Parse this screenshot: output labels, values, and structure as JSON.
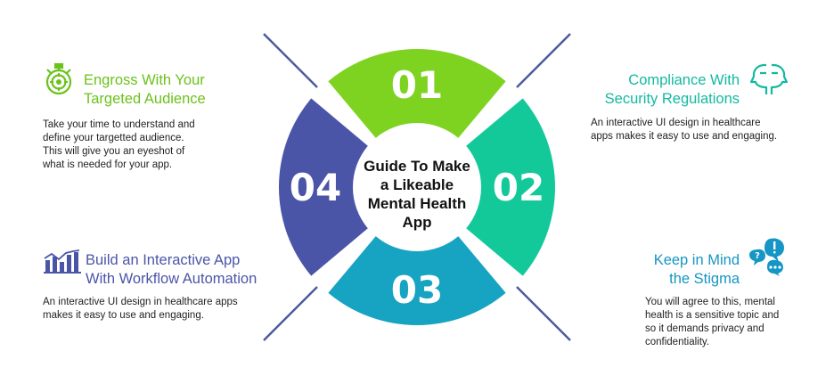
{
  "center_title": [
    "Guide To Make",
    "a Likeable",
    "Mental Health",
    "App"
  ],
  "segments": [
    {
      "number": "01",
      "color": "#7ed321"
    },
    {
      "number": "02",
      "color": "#13c99a"
    },
    {
      "number": "03",
      "color": "#17a3c2"
    },
    {
      "number": "04",
      "color": "#4b55a8"
    }
  ],
  "steps": [
    {
      "title": [
        "Engross With Your",
        "Targeted Audience"
      ],
      "description": [
        "Take your time to understand and",
        "define your targetted audience.",
        "This will give you an eyeshot of",
        "what is needed for your app."
      ],
      "color": "#6cc21c",
      "icon": "stopwatch-icon"
    },
    {
      "title": [
        "Compliance With",
        "Security Regulations"
      ],
      "description": [
        "An interactive UI design in healthcare",
        "apps makes it easy to use and engaging."
      ],
      "color": "#13b9a0",
      "icon": "two-heads-icon"
    },
    {
      "title": [
        "Build an Interactive App",
        "With Workflow Automation"
      ],
      "description": [
        "An interactive UI design in healthcare apps",
        "makes it easy to use and engaging."
      ],
      "color": "#4b55a8",
      "icon": "bar-chart-icon"
    },
    {
      "title": [
        "Keep in Mind",
        "the Stigma"
      ],
      "description": [
        "You will agree to this, mental",
        "health is a sensitive topic and",
        "so it demands privacy and",
        "confidentiality."
      ],
      "color": "#1596c4",
      "icon": "speech-bubbles-icon"
    }
  ]
}
